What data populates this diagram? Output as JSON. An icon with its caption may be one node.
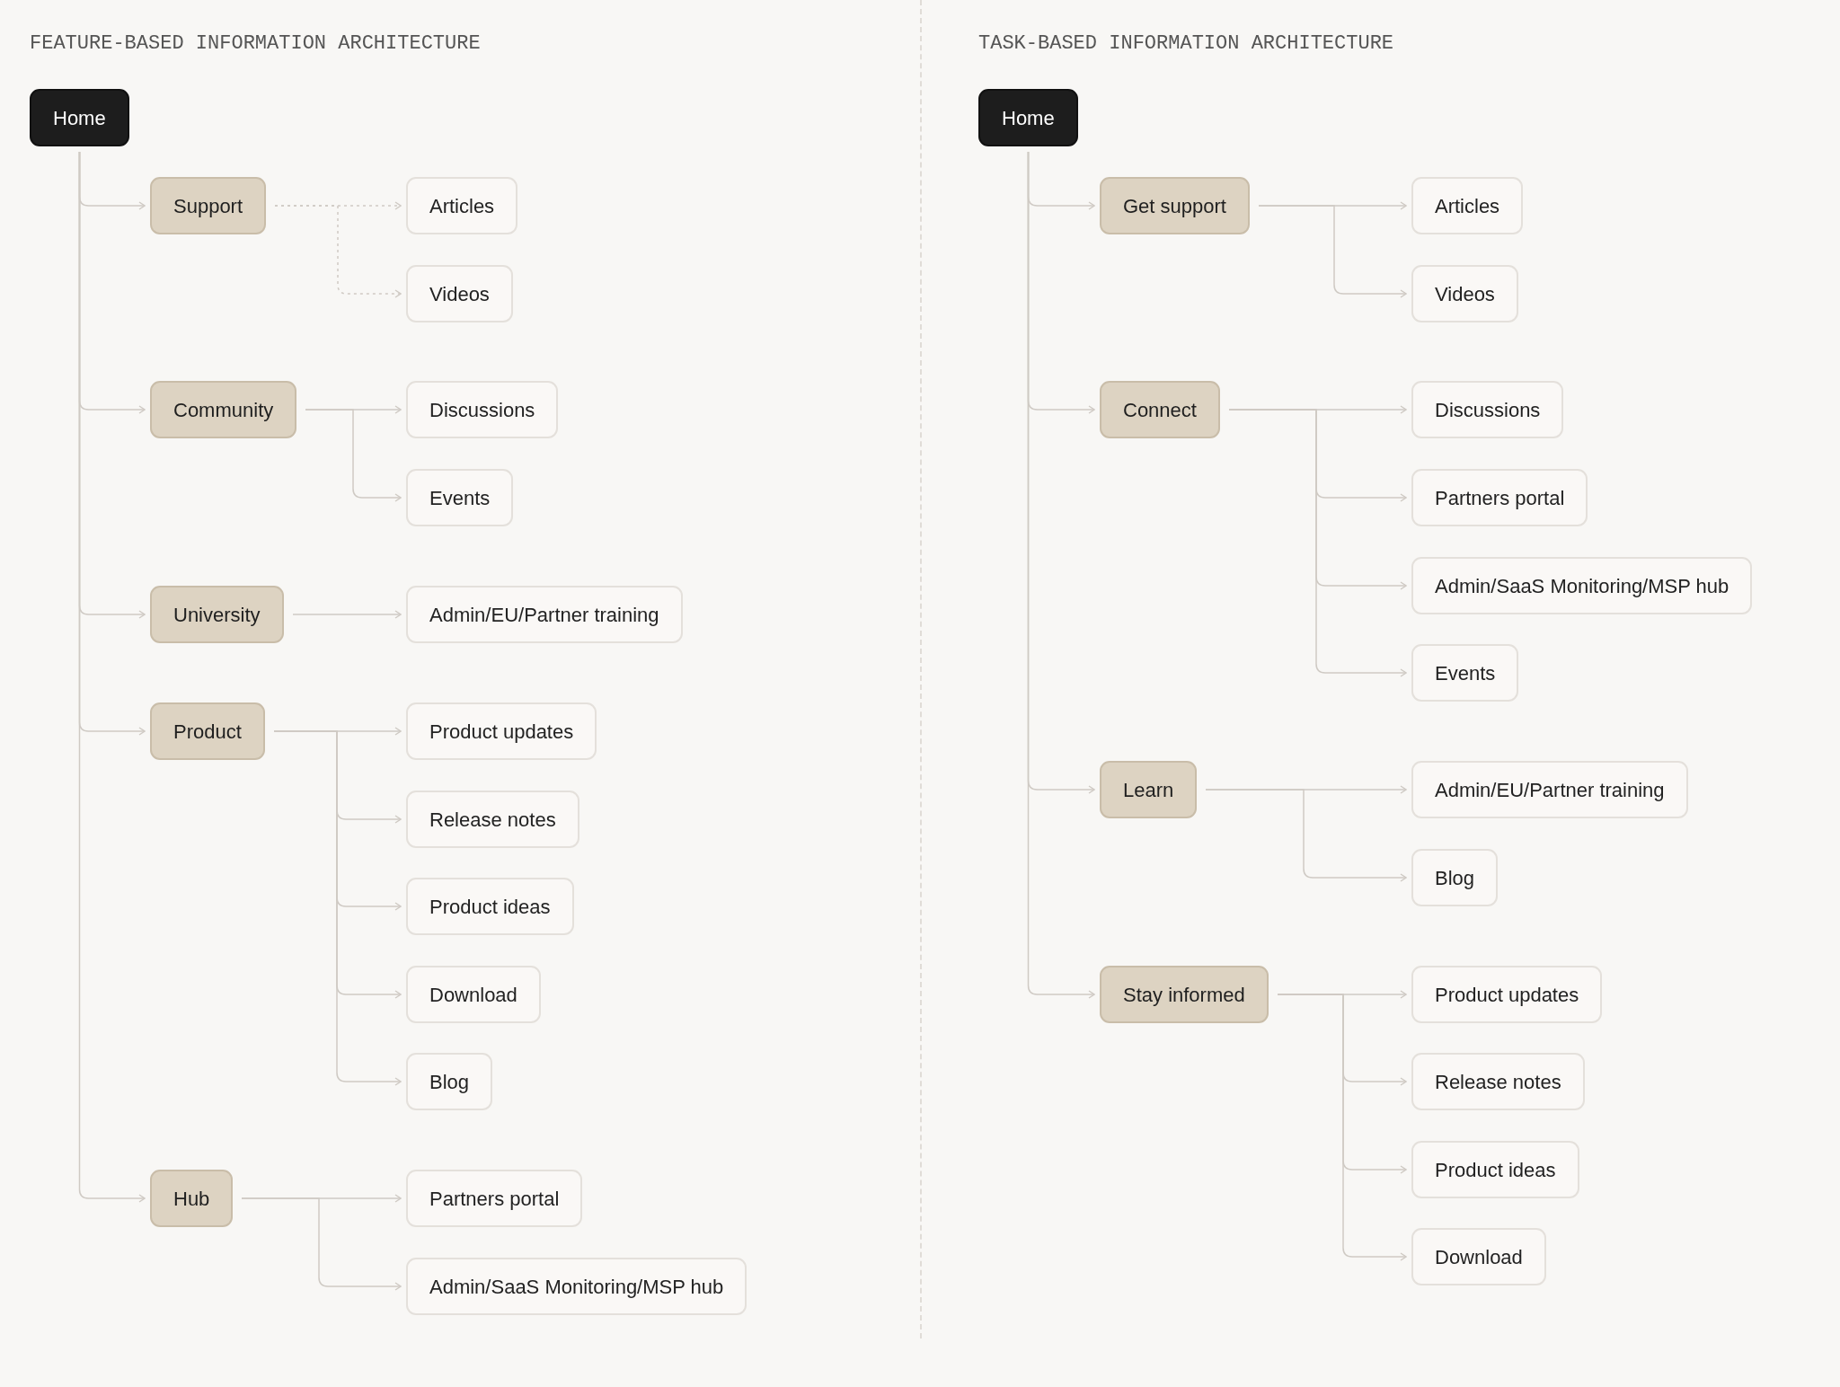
{
  "diagram": {
    "nodes": [
      {
        "text": [
          "Home"
        ]
      },
      {
        "text": [
          "Support"
        ]
      },
      {
        "text": [
          "Articles"
        ]
      },
      {
        "text": [
          "Videos"
        ]
      },
      {
        "text": [
          "Community"
        ]
      },
      {
        "text": [
          "Discussions"
        ]
      },
      {
        "text": [
          "Events"
        ]
      },
      {
        "text": [
          "University"
        ]
      },
      {
        "text": [
          "Admin/EU/Partner training"
        ]
      },
      {
        "text": [
          "Product"
        ]
      },
      {
        "text": [
          "Product updates"
        ]
      },
      {
        "text": [
          "Release notes"
        ]
      },
      {
        "text": [
          "Product ideas"
        ]
      },
      {
        "text": [
          "Download"
        ]
      },
      {
        "text": [
          "Blog"
        ]
      },
      {
        "text": [
          "Hub"
        ]
      },
      {
        "text": [
          "Partners portal"
        ]
      },
      {
        "text": [
          "Admin/SaaS Monitoring/MSP hub"
        ]
      },
      {
        "text": [
          "Home"
        ]
      },
      {
        "text": [
          "Get support"
        ]
      },
      {
        "text": [
          "Articles"
        ]
      },
      {
        "text": [
          "Videos"
        ]
      },
      {
        "text": [
          "Connect"
        ]
      },
      {
        "text": [
          "Discussions"
        ]
      },
      {
        "text": [
          "Partners portal"
        ]
      },
      {
        "text": [
          "Admin/SaaS Monitoring/MSP hub"
        ]
      },
      {
        "text": [
          "Events"
        ]
      },
      {
        "text": [
          "Learn"
        ]
      },
      {
        "text": [
          "Admin/EU/Partner training"
        ]
      },
      {
        "text": [
          "Blog"
        ]
      },
      {
        "text": [
          "Stay informed"
        ]
      },
      {
        "text": [
          "Product updates"
        ]
      },
      {
        "text": [
          "Release notes"
        ]
      },
      {
        "text": [
          "Product ideas"
        ]
      },
      {
        "text": [
          "Download"
        ]
      }
    ],
    "edges": [
      {
        "from": 0,
        "to": 1,
        "arrow": "to"
      },
      {
        "from": 0,
        "to": 4,
        "arrow": "to"
      },
      {
        "from": 0,
        "to": 7,
        "arrow": "to"
      },
      {
        "from": 0,
        "to": 9,
        "arrow": "to"
      },
      {
        "from": 0,
        "to": 15,
        "arrow": "to"
      },
      {
        "from": 1,
        "to": 2,
        "arrow": "to",
        "style": "dashed"
      },
      {
        "from": 1,
        "to": 3,
        "arrow": "to",
        "style": "dashed"
      },
      {
        "from": 4,
        "to": 5,
        "arrow": "to"
      },
      {
        "from": 4,
        "to": 6,
        "arrow": "to"
      },
      {
        "from": 7,
        "to": 8,
        "arrow": "to"
      },
      {
        "from": 9,
        "to": 10,
        "arrow": "to"
      },
      {
        "from": 9,
        "to": 11,
        "arrow": "to"
      },
      {
        "from": 9,
        "to": 12,
        "arrow": "to"
      },
      {
        "from": 9,
        "to": 13,
        "arrow": "to"
      },
      {
        "from": 9,
        "to": 14,
        "arrow": "to"
      },
      {
        "from": 15,
        "to": 16,
        "arrow": "to"
      },
      {
        "from": 15,
        "to": 17,
        "arrow": "to"
      },
      {
        "from": 18,
        "to": 19,
        "arrow": "to"
      },
      {
        "from": 18,
        "to": 22,
        "arrow": "to"
      },
      {
        "from": 18,
        "to": 27,
        "arrow": "to"
      },
      {
        "from": 18,
        "to": 30,
        "arrow": "to"
      },
      {
        "from": 19,
        "to": 20,
        "arrow": "to"
      },
      {
        "from": 19,
        "to": 21,
        "arrow": "to"
      },
      {
        "from": 22,
        "to": 23,
        "arrow": "to"
      },
      {
        "from": 22,
        "to": 24,
        "arrow": "to"
      },
      {
        "from": 22,
        "to": 25,
        "arrow": "to"
      },
      {
        "from": 22,
        "to": 26,
        "arrow": "to"
      },
      {
        "from": 27,
        "to": 28,
        "arrow": "to"
      },
      {
        "from": 27,
        "to": 29,
        "arrow": "to"
      },
      {
        "from": 30,
        "to": 31,
        "arrow": "to"
      },
      {
        "from": 30,
        "to": 32,
        "arrow": "to"
      },
      {
        "from": 30,
        "to": 33,
        "arrow": "to"
      },
      {
        "from": 30,
        "to": 34,
        "arrow": "to"
      }
    ],
    "labels": [
      "FEATURE-BASED INFORMATION ARCHITECTURE",
      "TASK-BASED INFORMATION ARCHITECTURE"
    ]
  }
}
